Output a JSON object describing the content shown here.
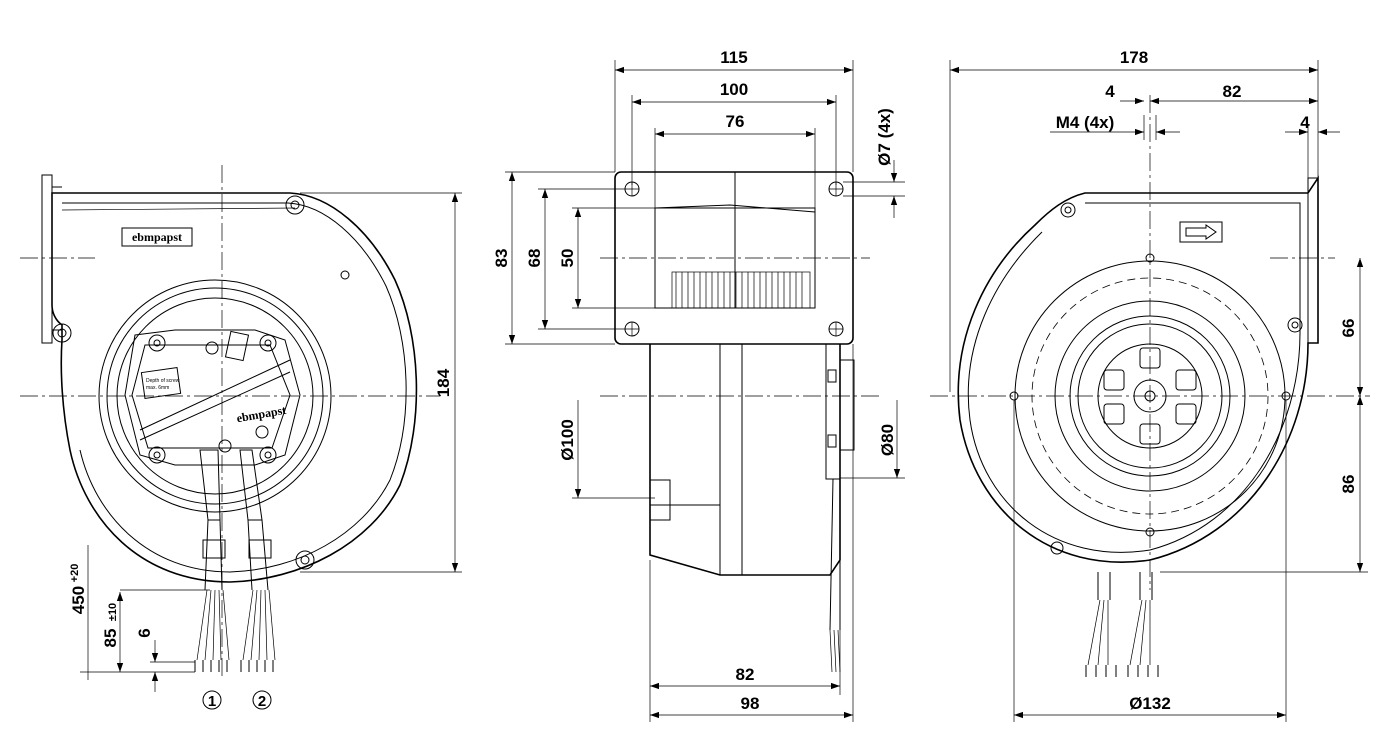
{
  "brand": "ebmpapst",
  "connections": {
    "one": "1",
    "two": "2"
  },
  "dims": {
    "d115": "115",
    "d100": "100",
    "d76": "76",
    "d7": "Ø7 (4x)",
    "d83": "83",
    "d68": "68",
    "d50": "50",
    "d100dia": "Ø100",
    "d80dia": "Ø80",
    "d82b": "82",
    "d98": "98",
    "d184": "184",
    "d450": "450",
    "d450tol": "+20",
    "d85": "85",
    "d85tol": "±10",
    "d6": "6",
    "d178": "178",
    "d4a": "4",
    "d82t": "82",
    "dM4": "M4 (4x)",
    "d4b": "4",
    "d66": "66",
    "d86": "86",
    "d132": "Ø132"
  }
}
